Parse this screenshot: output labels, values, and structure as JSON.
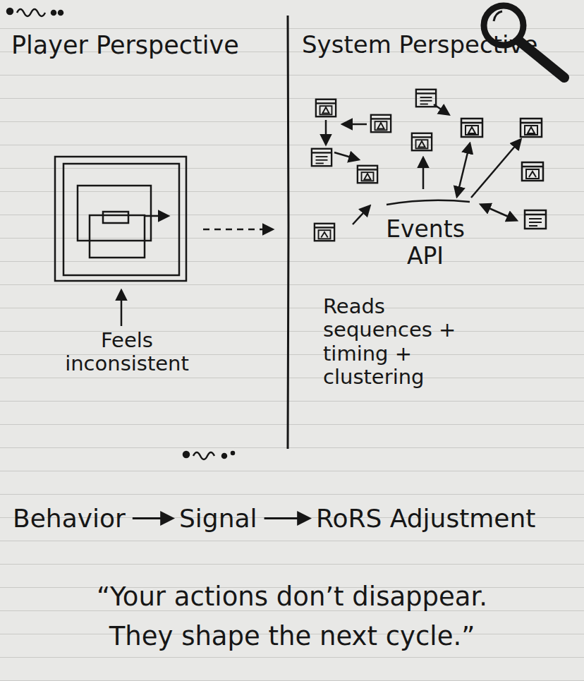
{
  "diagram": {
    "caption": "“Your actions don’t disappear. They shape the next cycle.”",
    "nodes": [
      {
        "text": [
          "Behavior"
        ]
      },
      {
        "text": [
          "Signal"
        ]
      },
      {
        "text": [
          "RoRS Adjustment"
        ]
      }
    ],
    "edges": [
      {
        "from": 0,
        "to": 1,
        "arrow": "to"
      },
      {
        "from": 1,
        "to": 2,
        "arrow": "to"
      }
    ],
    "labels": [
      "Player Perspective",
      "System Perspective",
      "Feels inconsistent",
      "Events API",
      "Reads sequences + timing + clustering"
    ]
  }
}
